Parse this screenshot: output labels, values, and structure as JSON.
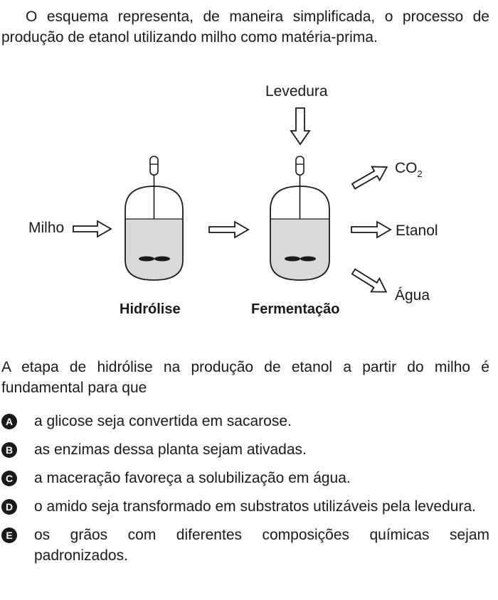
{
  "intro_text": "O esquema representa, de maneira simplificada, o processo de produção de etanol utilizando milho como matéria-prima.",
  "diagram": {
    "input_label": "Milho",
    "yeast_label": "Levedura",
    "stage1_label": "Hidrólise",
    "stage2_label": "Fermentação",
    "output_co2": "CO",
    "output_co2_subscript": "2",
    "output_ethanol": "Etanol",
    "output_water": "Água"
  },
  "question_text": "A etapa de hidrólise na produção de etanol a partir do milho é fundamental para que",
  "options": [
    {
      "letter": "A",
      "text": "a glicose seja convertida em sacarose."
    },
    {
      "letter": "B",
      "text": "as enzimas dessa planta sejam ativadas."
    },
    {
      "letter": "C",
      "text": "a maceração favoreça a solubilização em água."
    },
    {
      "letter": "D",
      "text": "o amido seja transformado em substratos utilizáveis pela levedura."
    },
    {
      "letter": "E",
      "text": "os grãos com diferentes composições químicas sejam padronizados."
    }
  ]
}
